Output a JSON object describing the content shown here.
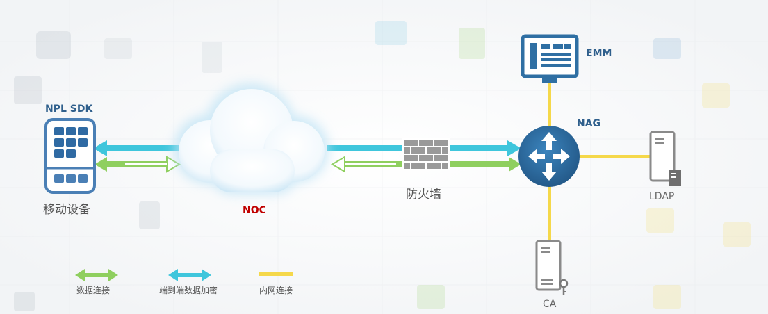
{
  "labels": {
    "npl_sdk": "NPL SDK",
    "mobile_device": "移动设备",
    "noc": "NOC",
    "firewall": "防火墙",
    "nag": "NAG",
    "emm": "EMM",
    "ldap": "LDAP",
    "ca": "CA"
  },
  "legend": [
    {
      "label": "数据连接",
      "color": "#8fcf5f"
    },
    {
      "label": "端到端数据加密",
      "color": "#3fc6dc"
    },
    {
      "label": "内网连接",
      "color": "#f5d84a"
    }
  ],
  "colors": {
    "data_link": "#8fcf5f",
    "e2e_encryption": "#3fc6dc",
    "intranet": "#f5d84a",
    "device_blue": "#4a7fb5",
    "router_blue": "#2f6fa3",
    "noc_red": "#c00000"
  }
}
